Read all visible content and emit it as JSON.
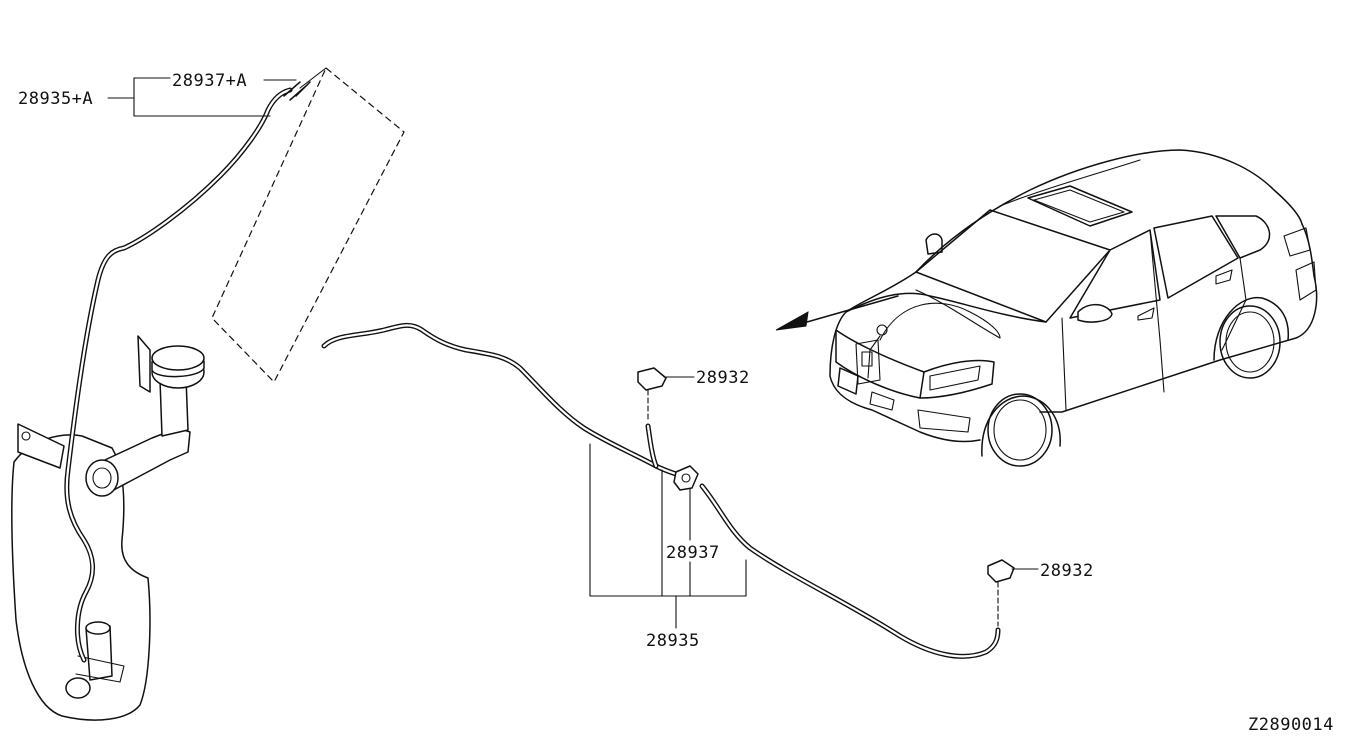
{
  "labels": {
    "assy_a": "28935+A",
    "hose_a": "28937+A",
    "nozzle_upper": "28932",
    "nozzle_lower": "28932",
    "hose": "28937",
    "assy": "28935",
    "diagram_id": "Z2890014"
  }
}
